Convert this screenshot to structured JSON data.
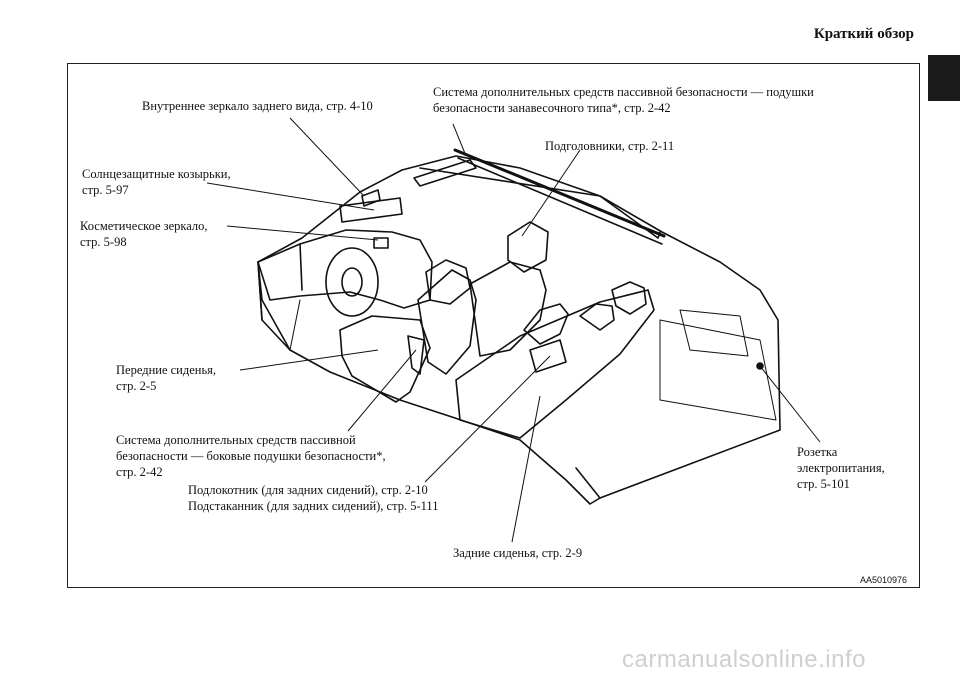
{
  "header": {
    "title": "Краткий обзор"
  },
  "labels": {
    "rear_mirror": [
      "Внутреннее зеркало заднего вида, стр. 4-10"
    ],
    "curtain_airbag": [
      "Система дополнительных средств пассивной безопасности — подушки",
      "безопасности занавесочного типа*, стр. 2-42"
    ],
    "headrests": [
      "Подголовники, стр. 2-11"
    ],
    "sun_visors": [
      "Солнцезащитные козырьки,",
      "стр. 5-97"
    ],
    "vanity_mirror": [
      "Косметическое зеркало,",
      "стр. 5-98"
    ],
    "front_seats": [
      "Передние сиденья,",
      "стр. 2-5"
    ],
    "side_airbag": [
      "Система дополнительных средств пассивной",
      "безопасности — боковые подушки безопасности*,",
      "стр. 2-42"
    ],
    "armrest": [
      "Подлокотник (для задних сидений), стр. 2-10",
      "Подстаканник (для задних сидений), стр. 5-111"
    ],
    "rear_seats": [
      "Задние сиденья, стр. 2-9"
    ],
    "power_outlet": [
      "Розетка",
      "электропитания,",
      "стр. 5-101"
    ]
  },
  "figure_code": "AA5010976",
  "watermark": "carmanualsonline.info"
}
